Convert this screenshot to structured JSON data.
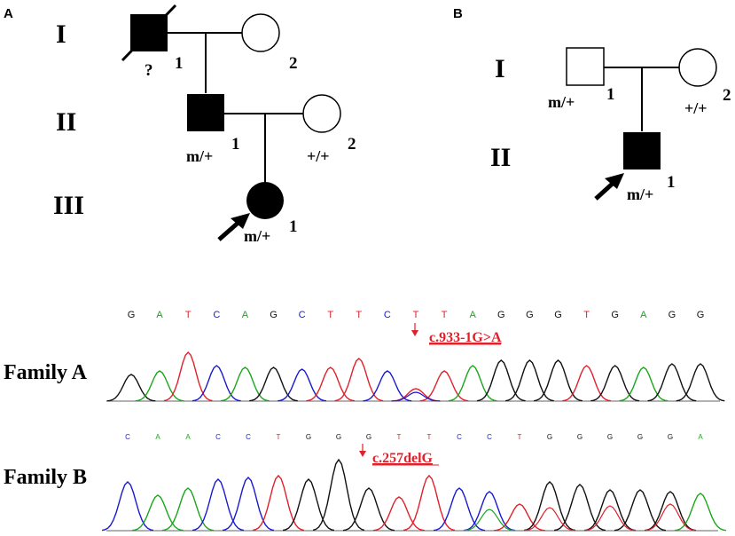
{
  "panel_labels": {
    "a": "A",
    "b": "B"
  },
  "generations": {
    "I": "I",
    "II": "II",
    "III": "III"
  },
  "pedigree_a": {
    "I_1": {
      "number": "1",
      "genotype": "?"
    },
    "I_2": {
      "number": "2"
    },
    "II_1": {
      "number": "1",
      "genotype": "m/+"
    },
    "II_2": {
      "number": "2",
      "genotype": "+/+"
    },
    "III_1": {
      "number": "1",
      "genotype": "m/+"
    }
  },
  "pedigree_b": {
    "I_1": {
      "number": "1",
      "genotype": "m/+"
    },
    "I_2": {
      "number": "2",
      "genotype": "+/+"
    },
    "II_1": {
      "number": "1",
      "genotype": "m/+"
    }
  },
  "family_a": {
    "label": "Family A",
    "bases": [
      "G",
      "A",
      "T",
      "C",
      "A",
      "G",
      "C",
      "T",
      "T",
      "C",
      "T",
      "T",
      "A",
      "G",
      "G",
      "G",
      "T",
      "G",
      "A",
      "G",
      "G"
    ],
    "mutation": "c.933-1G>A"
  },
  "family_b": {
    "label": "Family B",
    "bases": [
      "C",
      "A",
      "A",
      "C",
      "C",
      "T",
      "G",
      "G",
      "G",
      "T",
      "T",
      "C",
      "C",
      "T",
      "G",
      "G",
      "G",
      "G",
      "G",
      "A"
    ],
    "mutation": "c.257delG"
  },
  "colors": {
    "A": "#1aa61a",
    "C": "#1a1ad0",
    "G": "#111111",
    "T": "#e0202a",
    "mutation": "#e0202a"
  }
}
